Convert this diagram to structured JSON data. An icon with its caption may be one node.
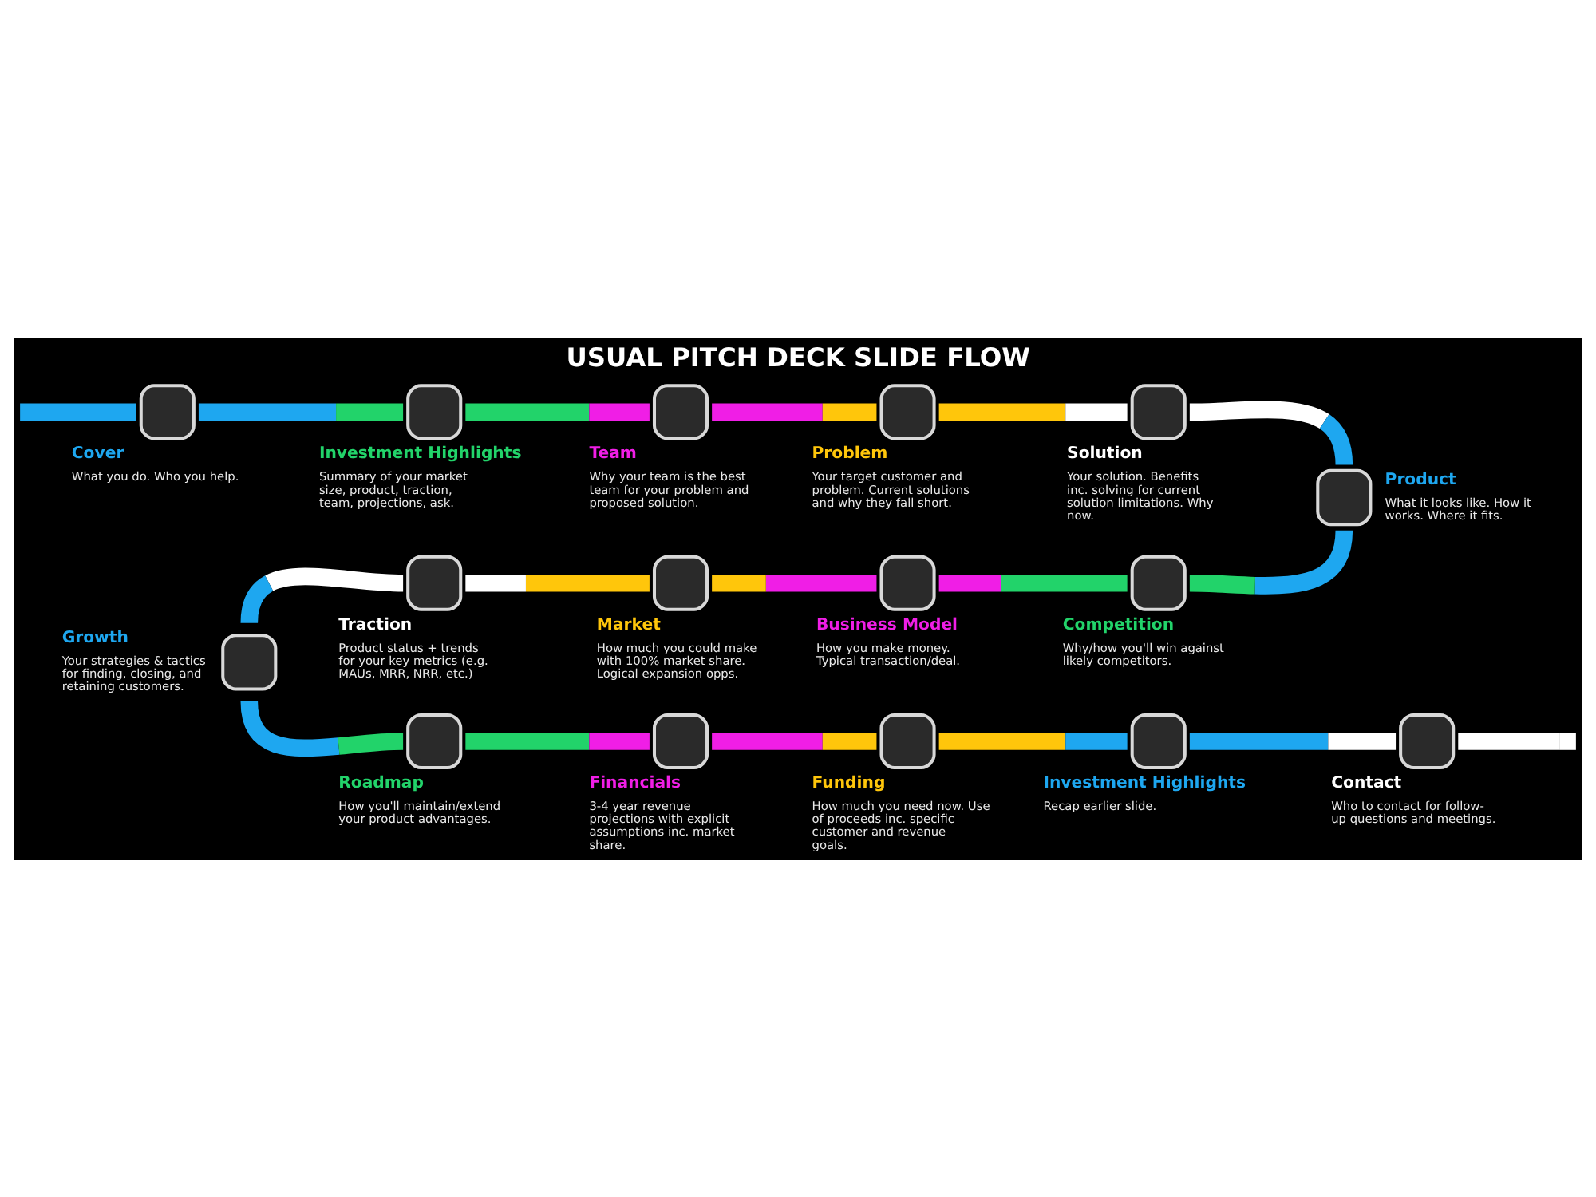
{
  "diagram": {
    "title": "USUAL PITCH DECK SLIDE FLOW",
    "nodes": [
      {
        "text": [
          "Cover",
          "What you do. Who you help."
        ]
      },
      {
        "text": [
          "Investment Highlights",
          "Summary of your market size, product, traction, team, projections, ask."
        ]
      },
      {
        "text": [
          "Team",
          "Why your team is the best team for your problem and proposed solution."
        ]
      },
      {
        "text": [
          "Problem",
          "Your target customer and problem. Current solutions and why they fall short."
        ]
      },
      {
        "text": [
          "Solution",
          "Your solution. Benefits inc. solving for current solution limitations. Why now."
        ]
      },
      {
        "text": [
          "Product",
          "What it looks like. How it works. Where it fits."
        ]
      },
      {
        "text": [
          "Competition",
          "Why/how you'll win against likely competitors."
        ]
      },
      {
        "text": [
          "Business Model",
          "How you make money. Typical transaction/deal."
        ]
      },
      {
        "text": [
          "Market",
          "How much you could make with 100% market share. Logical expansion opps."
        ]
      },
      {
        "text": [
          "Traction",
          "Product status + trends for your key metrics (e.g. MAUs, MRR, NRR, etc.)"
        ]
      },
      {
        "text": [
          "Growth",
          "Your strategies & tactics for finding, closing, and retaining customers."
        ]
      },
      {
        "text": [
          "Roadmap",
          "How you'll maintain/extend your product advantages."
        ]
      },
      {
        "text": [
          "Financials",
          "3-4 year revenue projections with explicit assumptions inc. market share."
        ]
      },
      {
        "text": [
          "Funding",
          "How much you need now. Use of proceeds inc. specific customer and revenue goals."
        ]
      },
      {
        "text": [
          "Investment Highlights",
          "Recap earlier slide."
        ]
      },
      {
        "text": [
          "Contact",
          "Who to contact for follow-up questions and meetings."
        ]
      }
    ],
    "edges": [
      {
        "from": null,
        "to": 0,
        "arrow": "none",
        "color": "#1ea7f0"
      },
      {
        "from": 0,
        "to": 1,
        "arrow": "none",
        "color": "#1ea7f0"
      },
      {
        "from": 1,
        "to": 2,
        "arrow": "none",
        "color": "#22d36a"
      },
      {
        "from": 2,
        "to": 3,
        "arrow": "none",
        "color": "#f01ee6"
      },
      {
        "from": 3,
        "to": 4,
        "arrow": "none",
        "color": "#ffc60b"
      },
      {
        "from": 4,
        "to": 5,
        "arrow": "none",
        "color": "#ffffff"
      },
      {
        "from": 5,
        "to": 6,
        "arrow": "none",
        "color": "#1ea7f0"
      },
      {
        "from": 6,
        "to": 7,
        "arrow": "none",
        "color": "#22d36a"
      },
      {
        "from": 7,
        "to": 8,
        "arrow": "none",
        "color": "#f01ee6"
      },
      {
        "from": 8,
        "to": 9,
        "arrow": "none",
        "color": "#ffc60b"
      },
      {
        "from": 9,
        "to": 10,
        "arrow": "none",
        "color": "#ffffff"
      },
      {
        "from": 10,
        "to": 11,
        "arrow": "none",
        "color": "#1ea7f0"
      },
      {
        "from": 11,
        "to": 12,
        "arrow": "none",
        "color": "#22d36a"
      },
      {
        "from": 12,
        "to": 13,
        "arrow": "none",
        "color": "#f01ee6"
      },
      {
        "from": 13,
        "to": 14,
        "arrow": "none",
        "color": "#ffc60b"
      },
      {
        "from": 14,
        "to": 15,
        "arrow": "none",
        "color": "#1ea7f0"
      },
      {
        "from": 15,
        "to": null,
        "arrow": "none",
        "color": "#ffffff"
      }
    ]
  }
}
